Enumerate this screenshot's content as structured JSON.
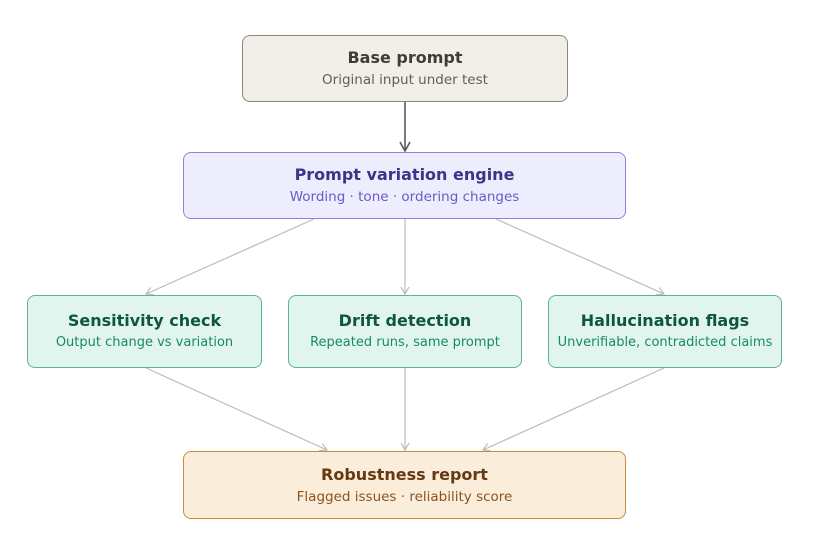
{
  "colors": {
    "base": {
      "fill": "#f1efe8",
      "stroke": "#8a8878",
      "title": "#3e3d38",
      "sub": "#5f5e59"
    },
    "engine": {
      "fill": "#eeedfe",
      "stroke": "#8d85d8",
      "title": "#3d338a",
      "sub": "#6a5bc4"
    },
    "check": {
      "fill": "#e1f5ee",
      "stroke": "#5cb494",
      "title": "#0f5642",
      "sub": "#178a68"
    },
    "report": {
      "fill": "#faeedb",
      "stroke": "#c98c42",
      "title": "#653912",
      "sub": "#8c5220"
    },
    "edge_light": "#bcbcbc",
    "edge_dark": "#5a5a5a"
  },
  "nodes": {
    "base": {
      "title": "Base prompt",
      "sub": "Original input under test"
    },
    "engine": {
      "title": "Prompt variation engine",
      "sub": "Wording · tone · ordering changes"
    },
    "sensitivity": {
      "title": "Sensitivity check",
      "sub": "Output change vs variation"
    },
    "drift": {
      "title": "Drift detection",
      "sub": "Repeated runs, same prompt"
    },
    "hallucination": {
      "title": "Hallucination flags",
      "sub": "Unverifiable, contradicted claims"
    },
    "report": {
      "title": "Robustness report",
      "sub": "Flagged issues · reliability score"
    }
  }
}
